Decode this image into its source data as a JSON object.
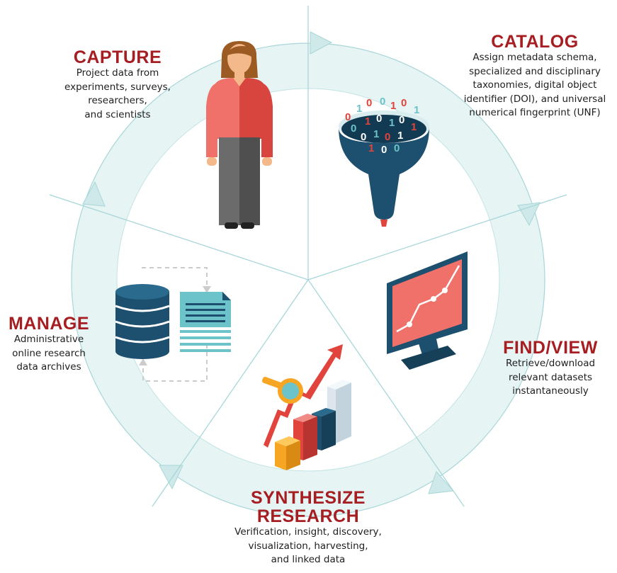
{
  "colors": {
    "title": "#a61e22",
    "text": "#1e1e1e",
    "ring": "#d3ecec",
    "line": "#9fd0d2",
    "navy": "#1d4f6e",
    "red": "#e0443c",
    "salmon": "#f0716a",
    "teal": "#6cc3c9",
    "yellow": "#f6a623"
  },
  "stages": {
    "capture": {
      "title": "CAPTURE",
      "description": "Project data from\nexperiments, surveys,\nresearchers,\nand scientists",
      "icon": "person-icon"
    },
    "catalog": {
      "title": "CATALOG",
      "description": "Assign metadata schema,\nspecialized and disciplinary\ntaxonomies, digital object\nidentifier (DOI), and universal\nnumerical fingerprint (UNF)",
      "icon": "data-funnel-icon"
    },
    "findview": {
      "title": "FIND/VIEW",
      "description": "Retrieve/download\nrelevant datasets\ninstantaneously",
      "icon": "monitor-chart-icon"
    },
    "synthesize": {
      "title": "SYNTHESIZE\nRESEARCH",
      "description": "Verification, insight, discovery,\nvisualization, harvesting,\nand linked data",
      "icon": "bar-chart-magnifier-icon"
    },
    "manage": {
      "title": "MANAGE",
      "description": "Administrative\nonline research\ndata archives",
      "icon": "database-documents-icon"
    }
  }
}
